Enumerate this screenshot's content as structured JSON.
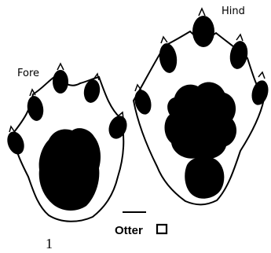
{
  "figure": {
    "number": "1",
    "caption": "Otter",
    "fore_label": "Fore",
    "hind_label": "Hind",
    "ink_color": "#000000",
    "paper_color": "#ffffff"
  }
}
